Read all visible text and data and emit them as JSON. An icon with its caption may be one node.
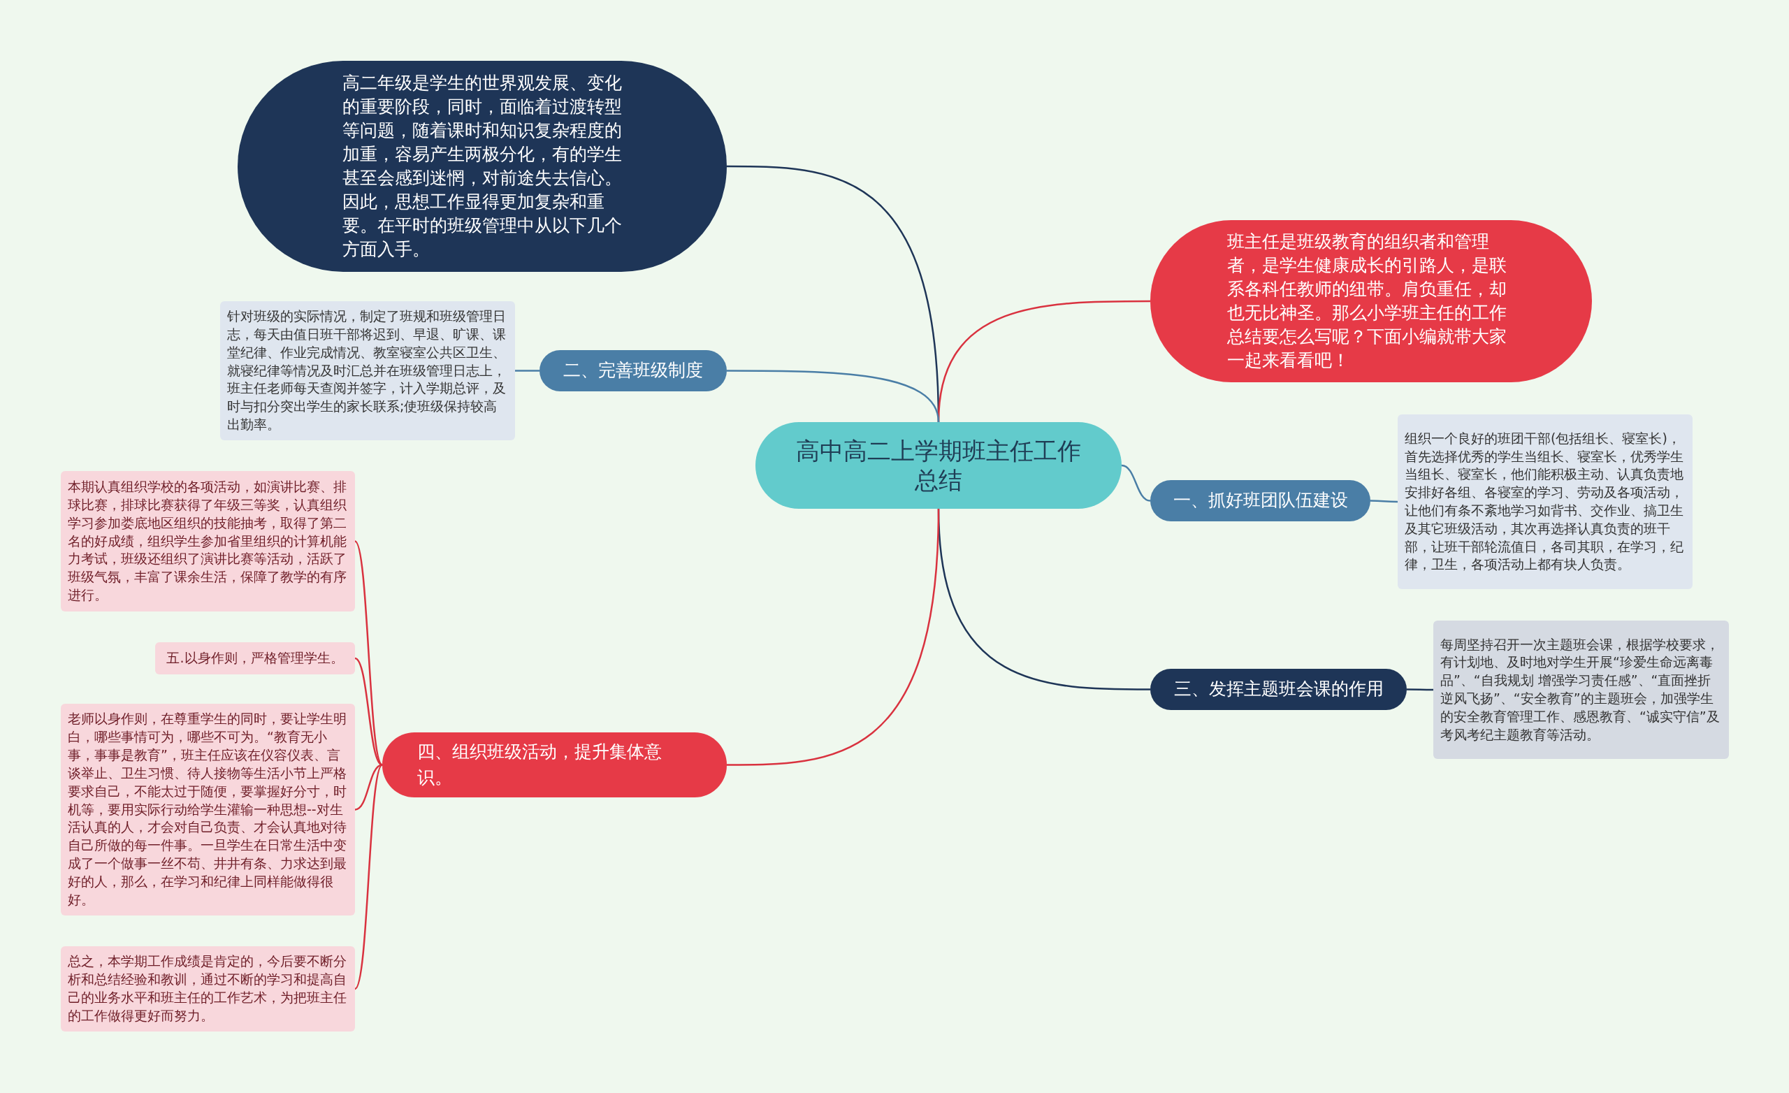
{
  "diagram": {
    "nodes": [
      {
        "text": [
          "高中高二上学期班主任工作总结"
        ]
      },
      {
        "text": [
          "高二年级是学生的世界观发展、变化的重要阶段，同时，面临着过渡转型等问题，随着课时和知识复杂程度的加重，容易产生两极分化，有的学生甚至会感到迷惘，对前途失去信心。因此，思想工作显得更加复杂和重要。在平时的班级管理中从以下几个方面入手。"
        ]
      },
      {
        "text": [
          "班主任是班级教育的组织者和管理者，是学生健康成长的引路人，是联系各科任教师的纽带。肩负重任，却也无比神圣。那么小学班主任的工作总结要怎么写呢？下面小编就带大家一起来看看吧！"
        ]
      },
      {
        "text": [
          "二、完善班级制度"
        ]
      },
      {
        "text": [
          "针对班级的实际情况，制定了班规和班级管理日志，每天由值日班干部将迟到、早退、旷课、课堂纪律、作业完成情况、教室寝室公共区卫生、就寝纪律等情况及时汇总并在班级管理日志上，班主任老师每天查阅并签字，计入学期总评，及时与扣分突出学生的家长联系;使班级保持较高出勤率。"
        ]
      },
      {
        "text": [
          "一、抓好班团队伍建设"
        ]
      },
      {
        "text": [
          "组织一个良好的班团干部(包括组长、寝室长)，首先选择优秀的学生当组长、寝室长，优秀学生当组长、寝室长，他们能积极主动、认真负责地安排好各组、各寝室的学习、劳动及各项活动，让他们有条不紊地学习如背书、交作业、搞卫生及其它班级活动，其次再选择认真负责的班干部，让班干部轮流值日，各司其职，在学习，纪律，卫生，各项活动上都有块人负责。"
        ]
      },
      {
        "text": [
          "三、发挥主题班会课的作用"
        ]
      },
      {
        "text": [
          "每周坚持召开一次主题班会课，根据学校要求，有计划地、及时地对学生开展“珍爱生命远离毒品”、“自我规划 增强学习责任感”、“直面挫折逆风飞扬”、“安全教育”的主题班会，加强学生的安全教育管理工作、感恩教育、“诚实守信”及考风考纪主题教育等活动。"
        ]
      },
      {
        "text": [
          "四、组织班级活动，提升集体意识。"
        ]
      },
      {
        "text": [
          "本期认真组织学校的各项活动，如演讲比赛、排球比赛，排球比赛获得了年级三等奖，认真组织学习参加娄底地区组织的技能抽考，取得了第二名的好成绩，组织学生参加省里组织的计算机能力考试，班级还组织了演讲比赛等活动，活跃了班级气氛，丰富了课余生活，保障了教学的有序进行。"
        ]
      },
      {
        "text": [
          "五.以身作则，严格管理学生。"
        ]
      },
      {
        "text": [
          "老师以身作则，在尊重学生的同时，要让学生明白，哪些事情可为，哪些不可为。“教育无小事，事事是教育”，班主任应该在仪容仪表、言谈举止、卫生习惯、待人接物等生活小节上严格要求自己，不能太过于随便，要掌握好分寸，时机等，要用实际行动给学生灌输一种思想--对生活认真的人，才会对自己负责、才会认真地对待自己所做的每一件事。一旦学生在日常生活中变成了一个做事一丝不苟、井井有条、力求达到最好的人，那么，在学习和纪律上同样能做得很好。"
        ]
      },
      {
        "text": [
          "总之，本学期工作成绩是肯定的，今后要不断分析和总结经验和教训，通过不断的学习和提高自己的业务水平和班主任的工作艺术，为把班主任的工作做得更好而努力。"
        ]
      }
    ],
    "edges": [
      {
        "from": 0,
        "to": 1,
        "arrow": "none",
        "color": "#1e3557"
      },
      {
        "from": 0,
        "to": 2,
        "arrow": "none",
        "color": "#d9323f"
      },
      {
        "from": 0,
        "to": 3,
        "arrow": "none",
        "color": "#4a7ea6"
      },
      {
        "from": 3,
        "to": 4,
        "arrow": "none",
        "color": "#4a7ea6"
      },
      {
        "from": 0,
        "to": 5,
        "arrow": "none",
        "color": "#4a7ea6"
      },
      {
        "from": 5,
        "to": 6,
        "arrow": "none",
        "color": "#4a7ea6"
      },
      {
        "from": 0,
        "to": 7,
        "arrow": "none",
        "color": "#1e3557"
      },
      {
        "from": 7,
        "to": 8,
        "arrow": "none",
        "color": "#1e3557"
      },
      {
        "from": 0,
        "to": 9,
        "arrow": "none",
        "color": "#d9323f"
      },
      {
        "from": 9,
        "to": 10,
        "arrow": "none",
        "color": "#d9323f"
      },
      {
        "from": 9,
        "to": 11,
        "arrow": "none",
        "color": "#d9323f"
      },
      {
        "from": 9,
        "to": 12,
        "arrow": "none",
        "color": "#d9323f"
      },
      {
        "from": 9,
        "to": 13,
        "arrow": "none",
        "color": "#d9323f"
      }
    ]
  }
}
